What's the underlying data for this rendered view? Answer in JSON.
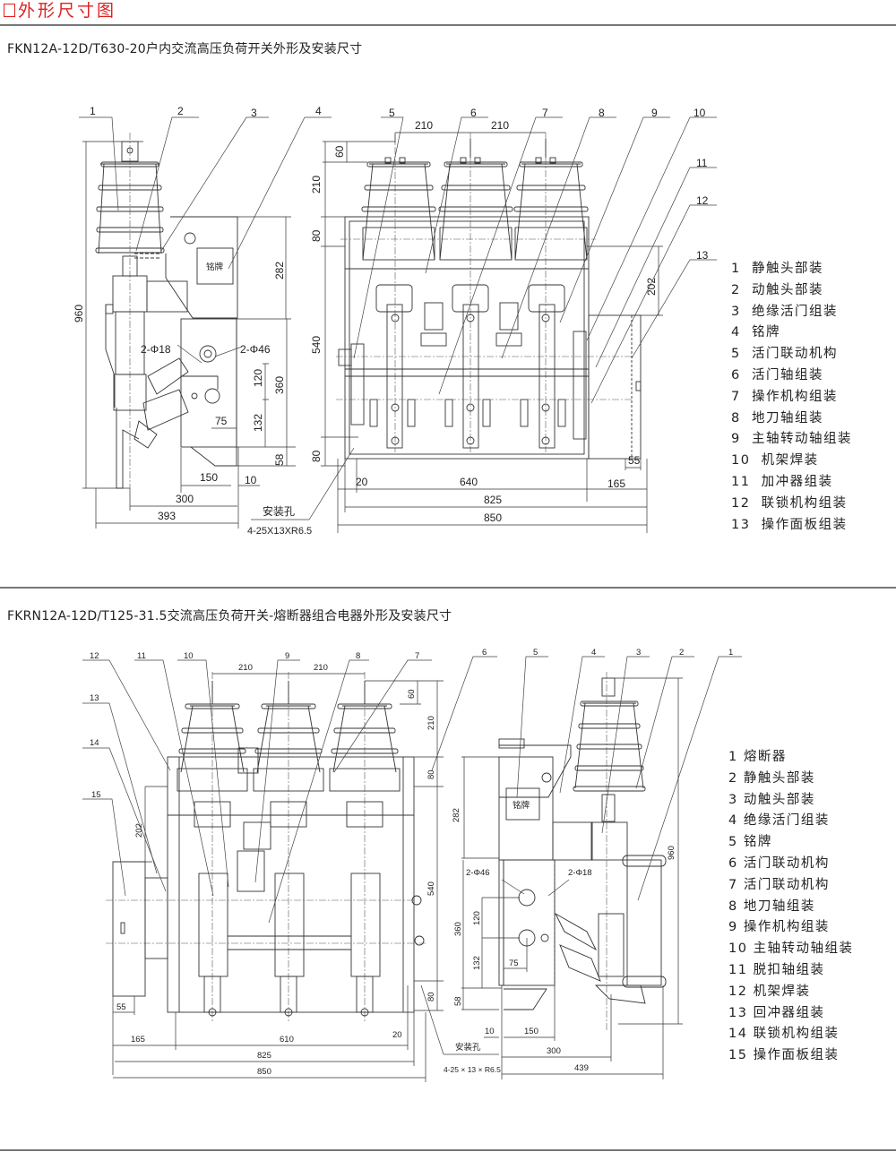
{
  "header": {
    "title": "外形尺寸图",
    "accent_color": "#e02020"
  },
  "section1": {
    "title": "FKN12A-12D/T630-20户内交流高压负荷开关外形及安装尺寸",
    "callouts": [
      "1",
      "2",
      "3",
      "4",
      "5",
      "6",
      "7",
      "8",
      "9",
      "10",
      "11",
      "12",
      "13"
    ],
    "nameplate": "铭牌",
    "dimensions": {
      "d960": "960",
      "d282": "282",
      "d540": "540",
      "d360": "360",
      "d120": "120",
      "d132": "132",
      "d58": "58",
      "d75": "75",
      "d150": "150",
      "d10": "10",
      "d300": "300",
      "d393": "393",
      "hole18": "2-Φ18",
      "hole46": "2-Φ46",
      "d210a": "210",
      "d210b": "210",
      "d60": "60",
      "d210v": "210",
      "d80a": "80",
      "d80b": "80",
      "d540v": "540",
      "d202": "202",
      "d55": "55",
      "d20": "20",
      "d640": "640",
      "d165": "165",
      "d825": "825",
      "d850": "850"
    },
    "mount_label": "安装孔",
    "mount_spec": "4-25X13XR6.5",
    "legend": [
      {
        "num": "1",
        "label": "静触头部装"
      },
      {
        "num": "2",
        "label": "动触头部装"
      },
      {
        "num": "3",
        "label": "绝缘活门组装"
      },
      {
        "num": "4",
        "label": "铭牌"
      },
      {
        "num": "5",
        "label": "活门联动机构"
      },
      {
        "num": "6",
        "label": "活门轴组装"
      },
      {
        "num": "7",
        "label": "操作机构组装"
      },
      {
        "num": "8",
        "label": "地刀轴组装"
      },
      {
        "num": "9",
        "label": "主轴转动轴组装"
      },
      {
        "num": "10",
        "label": "机架焊装"
      },
      {
        "num": "11",
        "label": "加冲器组装"
      },
      {
        "num": "12",
        "label": "联锁机构组装"
      },
      {
        "num": "13",
        "label": "操作面板组装"
      }
    ]
  },
  "section2": {
    "title": "FKRN12A-12D/T125-31.5交流高压负荷开关-熔断器组合电器外形及安装尺寸",
    "callouts_front": [
      "12",
      "11",
      "10",
      "9",
      "8",
      "7",
      "13",
      "14",
      "15"
    ],
    "callouts_side": [
      "6",
      "5",
      "4",
      "3",
      "2",
      "1"
    ],
    "nameplate": "铭牌",
    "dimensions": {
      "d210a": "210",
      "d210b": "210",
      "d60": "60",
      "d210v": "210",
      "d80a": "80",
      "d202": "202",
      "d540": "540",
      "d80b": "80",
      "d55": "55",
      "d165": "165",
      "d610": "610",
      "d20": "20",
      "d825": "825",
      "d850": "850",
      "d282": "282",
      "d960": "960",
      "hole46": "2-Φ46",
      "hole18": "2-Φ18",
      "d360": "360",
      "d120": "120",
      "d132": "132",
      "d75": "75",
      "d58": "58",
      "d10": "10",
      "d150": "150",
      "d300": "300",
      "d439": "439"
    },
    "mount_label": "安装孔",
    "mount_spec": "4-25 × 13 × R6.5",
    "legend": [
      {
        "num": "1",
        "label": "熔断器"
      },
      {
        "num": "2",
        "label": "静触头部装"
      },
      {
        "num": "3",
        "label": "动触头部装"
      },
      {
        "num": "4",
        "label": "绝缘活门组装"
      },
      {
        "num": "5",
        "label": "铭牌"
      },
      {
        "num": "6",
        "label": "活门联动机构"
      },
      {
        "num": "7",
        "label": "活门联动机构"
      },
      {
        "num": "8",
        "label": "地刀轴组装"
      },
      {
        "num": "9",
        "label": "操作机构组装"
      },
      {
        "num": "10",
        "label": "主轴转动轴组装"
      },
      {
        "num": "11",
        "label": "脱扣轴组装"
      },
      {
        "num": "12",
        "label": "机架焊装"
      },
      {
        "num": "13",
        "label": "回冲器组装"
      },
      {
        "num": "14",
        "label": "联锁机构组装"
      },
      {
        "num": "15",
        "label": "操作面板组装"
      }
    ]
  }
}
